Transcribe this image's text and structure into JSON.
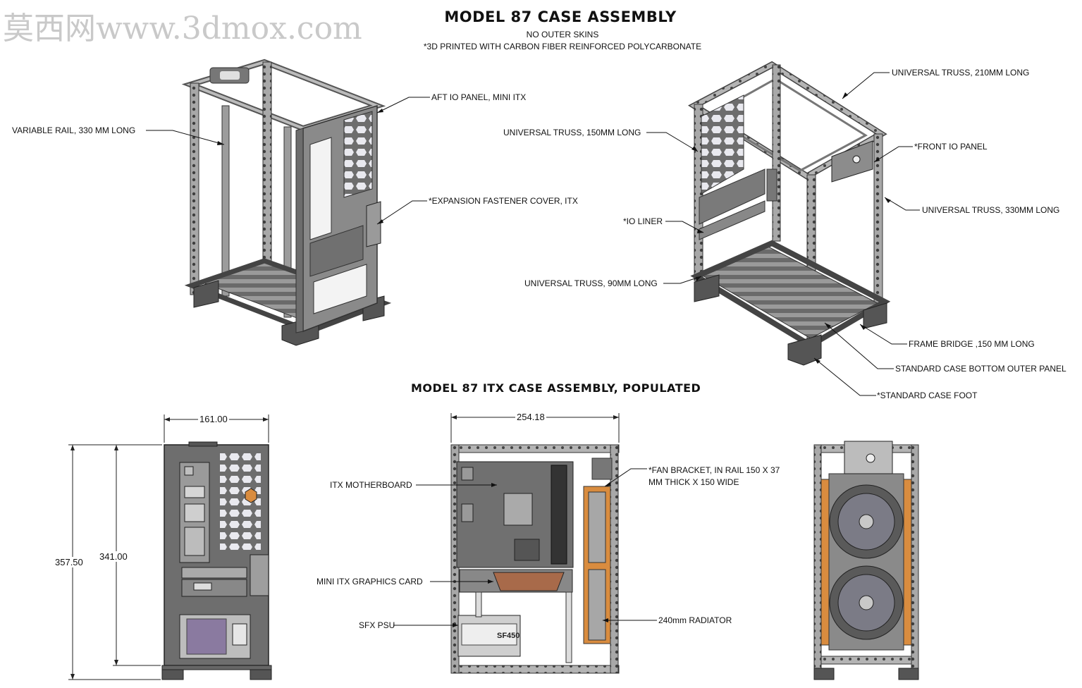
{
  "watermark": "莫西网www.3dmox.com",
  "header": {
    "title": "MODEL 87 CASE ASSEMBLY",
    "subtitle1": "NO OUTER SKINS",
    "subtitle2": "*3D PRINTED WITH CARBON FIBER REINFORCED POLYCARBONATE"
  },
  "section2_title": "MODEL 87 ITX CASE ASSEMBLY, POPULATED",
  "callouts": {
    "variable_rail": "VARIABLE RAIL, 330 MM LONG",
    "aft_io": "AFT IO PANEL, MINI ITX",
    "expansion_cover": "*EXPANSION FASTENER COVER, ITX",
    "truss_210": "UNIVERSAL TRUSS, 210MM LONG",
    "truss_150": "UNIVERSAL TRUSS, 150MM LONG",
    "front_io": "*FRONT IO PANEL",
    "truss_330": "UNIVERSAL TRUSS, 330MM LONG",
    "io_liner": "*IO LINER",
    "truss_90": "UNIVERSAL TRUSS, 90MM LONG",
    "frame_bridge": "FRAME BRIDGE ,150 MM LONG",
    "bottom_panel": "STANDARD CASE BOTTOM OUTER PANEL",
    "case_foot": "*STANDARD CASE FOOT",
    "itx_mb": "ITX MOTHERBOARD",
    "gpu": "MINI ITX GRAPHICS CARD",
    "psu": "SFX PSU",
    "fan_bracket_1": "*FAN BRACKET, IN RAIL 150 X 37",
    "fan_bracket_2": "MM THICK X 150 WIDE",
    "radiator": "240mm RADIATOR"
  },
  "dimensions": {
    "width_back": "161.00",
    "height_total": "357.50",
    "height_frame": "341.00",
    "width_side": "254.18"
  },
  "psu_label": "SF450",
  "colors": {
    "frame": "#8e8e8e",
    "dark": "#5a5a5a",
    "accent": "#d98c3f"
  }
}
